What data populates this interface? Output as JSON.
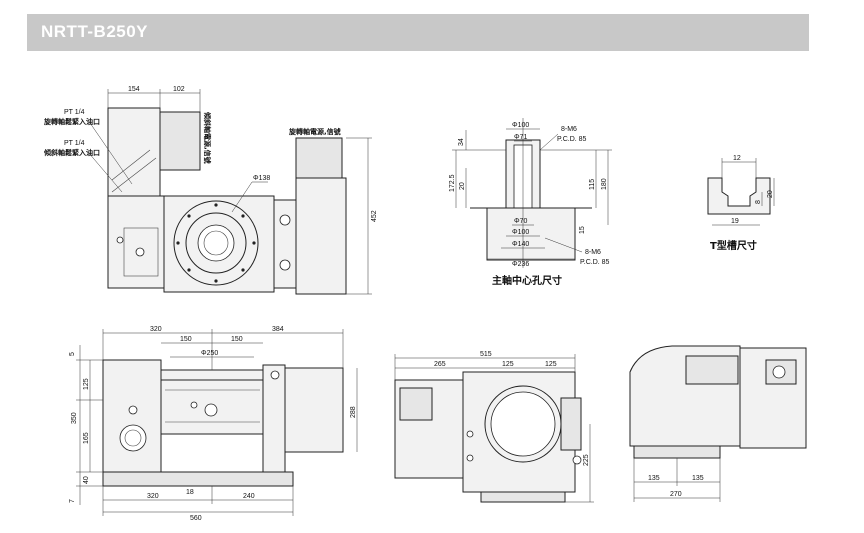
{
  "title": "NRTT-B250Y",
  "top_view": {
    "dims": {
      "d154": "154",
      "d102": "102",
      "d138": "Φ138",
      "d452": "452"
    },
    "notes": {
      "pt1": "PT 1/4",
      "pt1_desc": "旋轉軸鬆緊入油口",
      "pt2": "PT 1/4",
      "pt2_desc": "傾斜軸鬆緊入油口",
      "cable_left": "傾斜軸電源,信號",
      "cable_right": "旋轉軸電源,信號"
    }
  },
  "spindle_hole": {
    "caption": "主軸中心孔尺寸",
    "dims": {
      "d100_top": "Φ100",
      "d71": "Φ71",
      "m6_top": "8-M6",
      "pcd_top": "P.C.D. 85",
      "d34": "34",
      "d1725": "172.5",
      "d20": "20",
      "d115": "115",
      "d180": "180",
      "d15": "15",
      "d70": "Φ70",
      "d100_bot": "Φ100",
      "d140": "Φ140",
      "d236": "Φ236",
      "m6_bot": "8-M6",
      "pcd_bot": "P.C.D. 85"
    }
  },
  "tslot": {
    "caption": "T型槽尺寸",
    "dims": {
      "d12": "12",
      "d8": "8",
      "d20": "20",
      "d19": "19"
    }
  },
  "front_view": {
    "dims": {
      "d320_top": "320",
      "d384": "384",
      "d150a": "150",
      "d150b": "150",
      "d250": "Φ250",
      "d5": "5",
      "d125": "125",
      "d350": "350",
      "d165": "165",
      "d40": "40",
      "d7": "7",
      "d288": "288",
      "d320_bot": "320",
      "d18": "18",
      "d240": "240",
      "d560": "560"
    }
  },
  "side_view": {
    "dims": {
      "d515": "515",
      "d265": "265",
      "d125a": "125",
      "d125b": "125",
      "d225": "225"
    }
  },
  "rear_view": {
    "dims": {
      "d135a": "135",
      "d135b": "135",
      "d270": "270"
    }
  }
}
